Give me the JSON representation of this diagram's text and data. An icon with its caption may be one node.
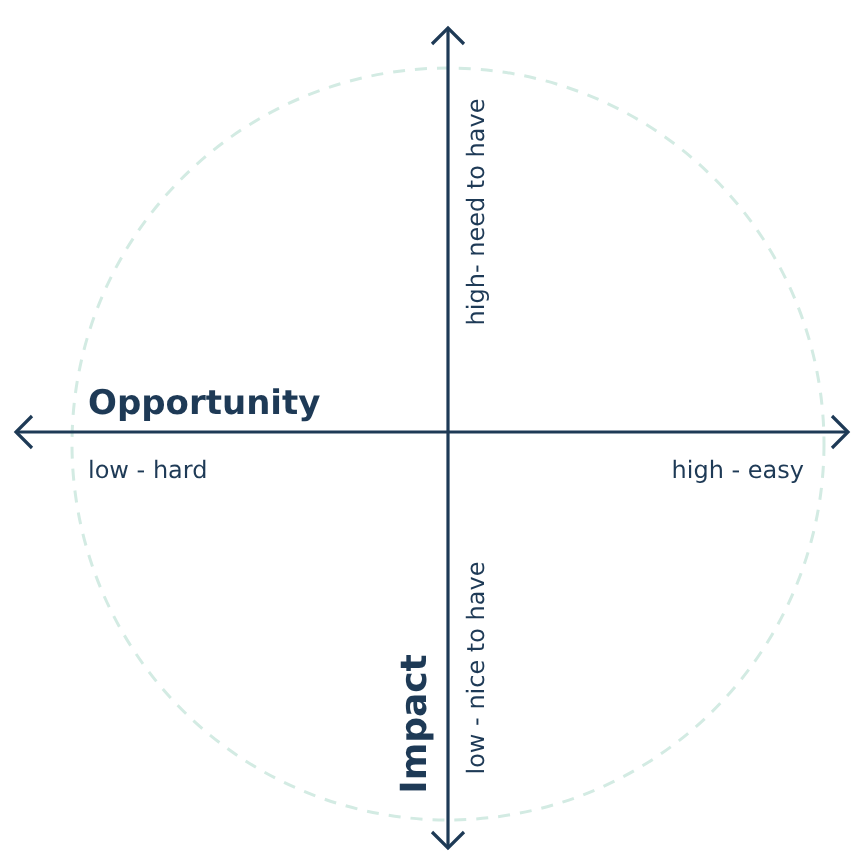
{
  "diagram": {
    "labels": [
      "high- need to have",
      "Opportunity",
      "low - hard",
      "high - easy",
      "Impact",
      "low - nice to have"
    ]
  }
}
